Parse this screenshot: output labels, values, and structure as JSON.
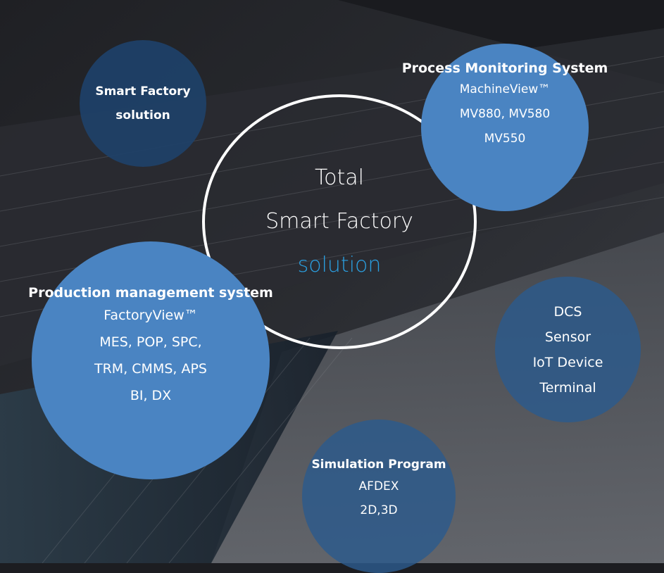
{
  "diagram": {
    "smart_factory": {
      "lines": [
        "Smart Factory",
        "solution"
      ]
    },
    "center": {
      "line1": "Total",
      "line2": "Smart Factory",
      "line3": "solution",
      "accent_color": "#2a9fe0"
    },
    "process_monitoring": {
      "title": "Process Monitoring System",
      "items": [
        "MachineView™",
        "MV880, MV580",
        "MV550"
      ]
    },
    "production_management": {
      "title": "Production management system",
      "items": [
        "FactoryView™",
        "MES, POP, SPC,",
        "TRM, CMMS, APS",
        "BI, DX"
      ]
    },
    "devices": {
      "items": [
        "DCS",
        "Sensor",
        "IoT Device",
        "Terminal"
      ]
    },
    "simulation": {
      "title": "Simulation Program",
      "items": [
        "AFDEX",
        "2D,3D"
      ]
    }
  },
  "colors": {
    "primary_circle": "#4a84c2",
    "dark_circle": "#1e4169",
    "background": "#1c1d21"
  }
}
